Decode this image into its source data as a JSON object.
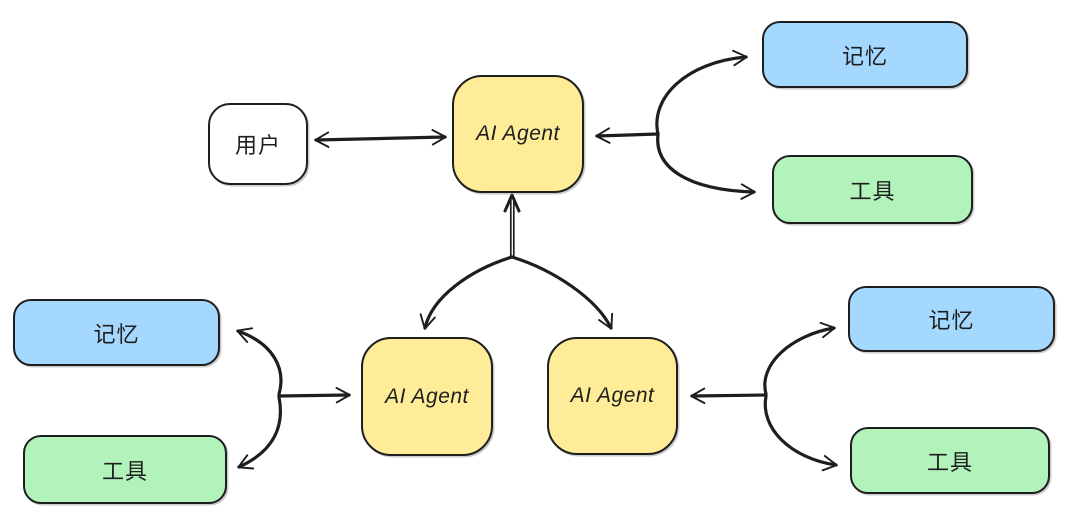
{
  "diagram": {
    "background_color": "#ffffff",
    "stroke_color": "#1e1e1e",
    "colors": {
      "agent_fill": "#ffec99",
      "memory_fill": "#a5d8ff",
      "tools_fill": "#b2f2bb",
      "user_fill": "#ffffff"
    },
    "nodes": {
      "user": {
        "label": "用户",
        "role": "user"
      },
      "agent_top": {
        "label": "AI Agent",
        "role": "agent"
      },
      "memory_top_right": {
        "label": "记忆",
        "role": "memory"
      },
      "tools_top_right": {
        "label": "工具",
        "role": "tools"
      },
      "agent_left": {
        "label": "AI Agent",
        "role": "agent"
      },
      "agent_right": {
        "label": "AI Agent",
        "role": "agent"
      },
      "memory_bottom_left": {
        "label": "记忆",
        "role": "memory"
      },
      "tools_bottom_left": {
        "label": "工具",
        "role": "tools"
      },
      "memory_bottom_right": {
        "label": "记忆",
        "role": "memory"
      },
      "tools_bottom_right": {
        "label": "工具",
        "role": "tools"
      }
    },
    "edges": [
      {
        "between": [
          "user",
          "agent_top"
        ],
        "style": "double-headed-arrow"
      },
      {
        "between": [
          "agent_top",
          "memory_top_right",
          "tools_top_right"
        ],
        "style": "fork",
        "arrowheads": "all-ends"
      },
      {
        "between": [
          "agent_top",
          "agent_left",
          "agent_right"
        ],
        "style": "fork",
        "arrowheads": "all-ends"
      },
      {
        "between": [
          "agent_left",
          "memory_bottom_left",
          "tools_bottom_left"
        ],
        "style": "fork",
        "arrowheads": "all-ends"
      },
      {
        "between": [
          "agent_right",
          "memory_bottom_right",
          "tools_bottom_right"
        ],
        "style": "fork",
        "arrowheads": "all-ends"
      }
    ]
  }
}
